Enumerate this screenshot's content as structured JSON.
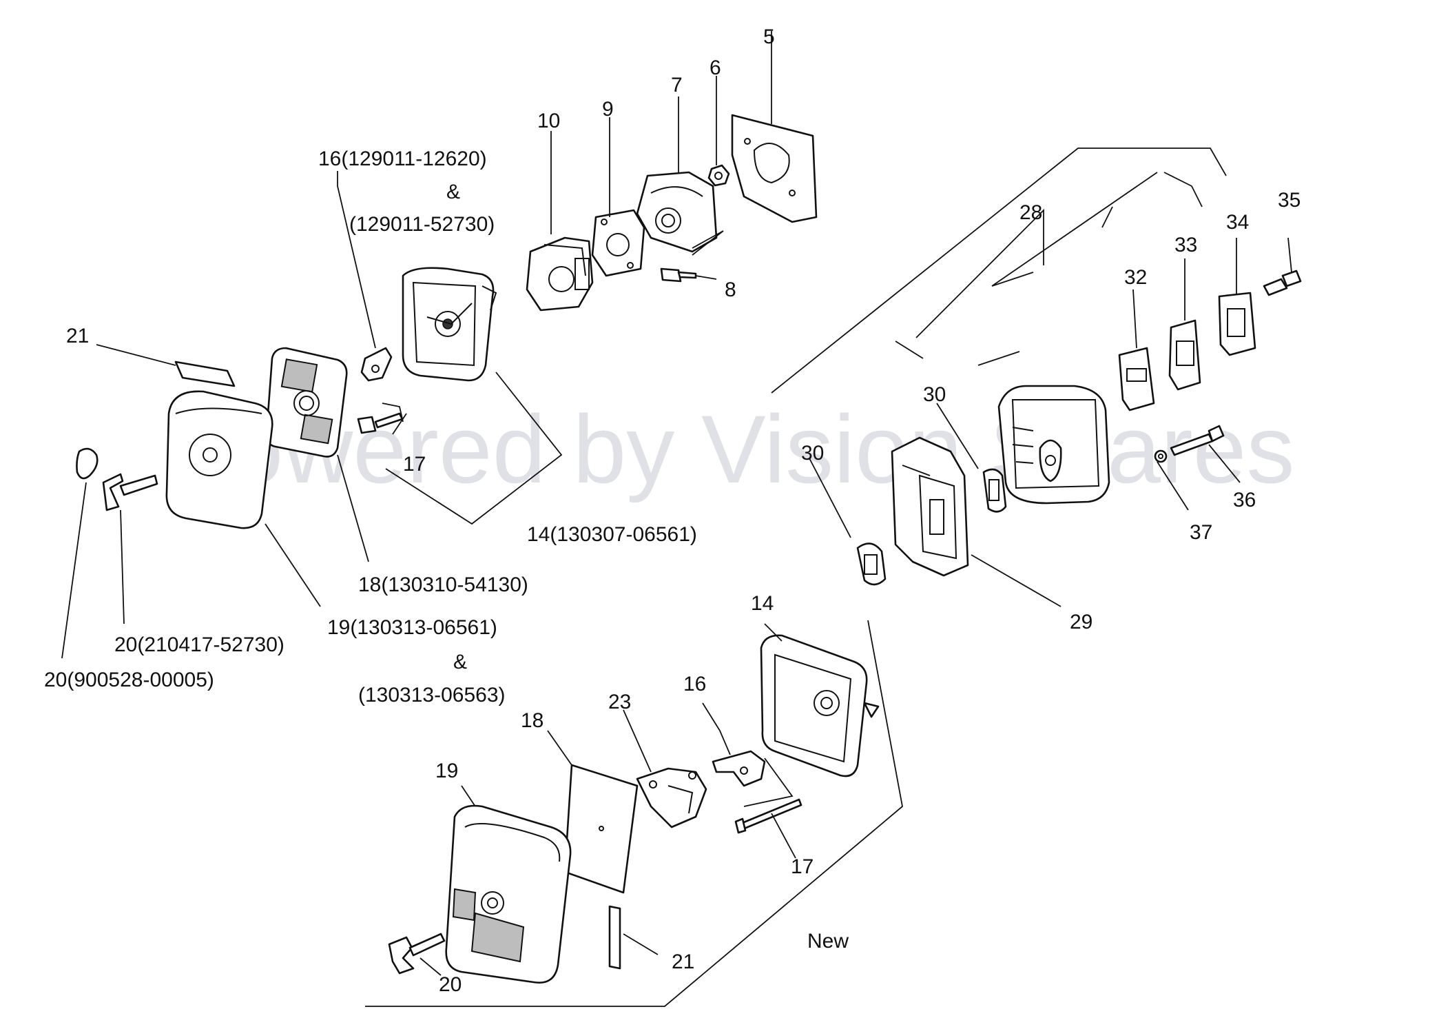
{
  "watermark": "Powered by Vision Spares",
  "callouts": {
    "c5": "5",
    "c6": "6",
    "c7": "7",
    "c8": "8",
    "c9": "9",
    "c10": "10",
    "c16_top_a": "16(129011-12620)",
    "c16_top_amp": "&",
    "c16_top_b": "(129011-52730)",
    "c21_top": "21",
    "c17_top": "17",
    "c14_top": "14(130307-06561)",
    "c18_top": "18(130310-54130)",
    "c19_top_a": "19(130313-06561)",
    "c19_top_amp": "&",
    "c19_top_b": "(130313-06563)",
    "c20_a": "20(210417-52730)",
    "c20_b": "20(900528-00005)",
    "c28": "28",
    "c30_a": "30",
    "c30_b": "30",
    "c29": "29",
    "c32": "32",
    "c33": "33",
    "c34": "34",
    "c35": "35",
    "c36": "36",
    "c37": "37",
    "c14_new": "14",
    "c16_new": "16",
    "c23": "23",
    "c18_new": "18",
    "c19_new": "19",
    "c17_new": "17",
    "c21_new": "21",
    "c20_new": "20",
    "c_new": "New"
  }
}
